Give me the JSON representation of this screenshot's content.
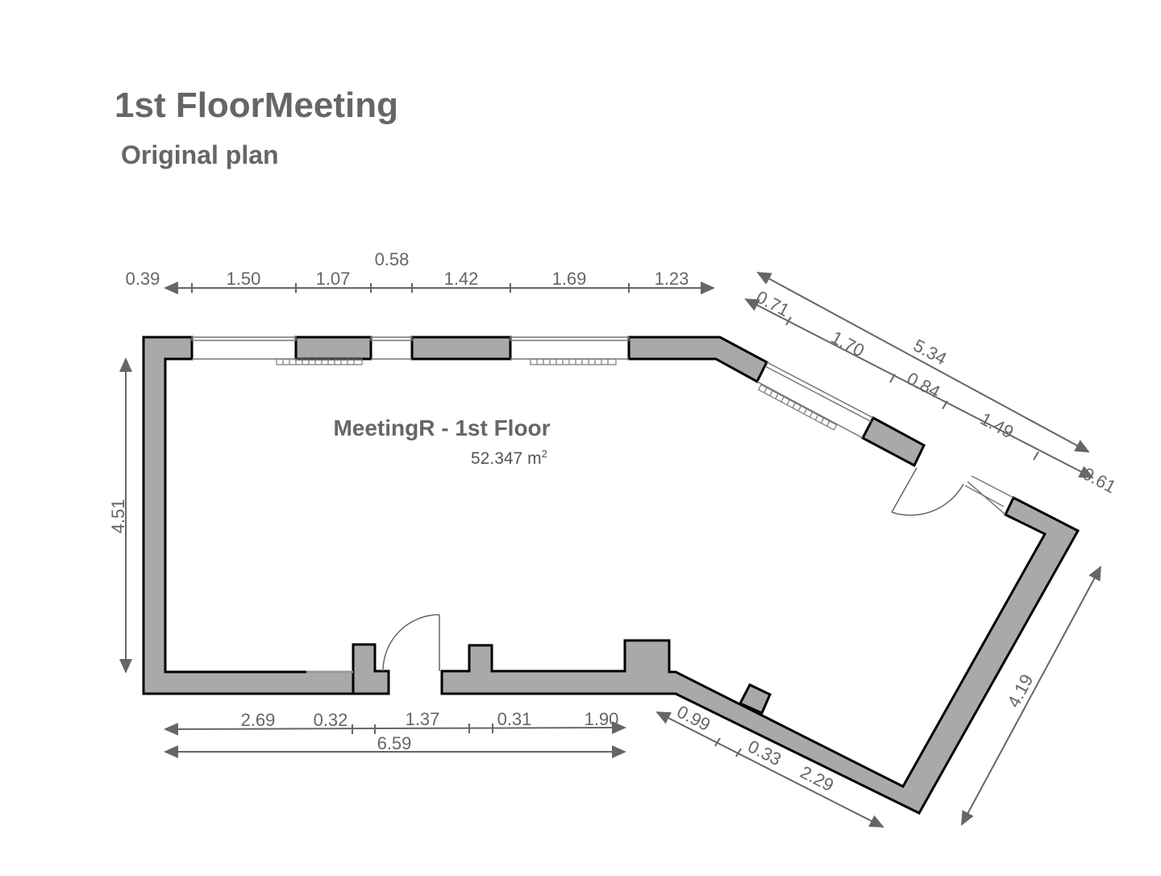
{
  "title": "1st FloorMeeting",
  "subtitle": "Original plan",
  "room": {
    "name": "MeetingR - 1st Floor",
    "area": "52.347 m",
    "area_unit_sup": "2"
  },
  "dimensions": {
    "top": [
      "0.39",
      "1.50",
      "1.07",
      "0.58",
      "1.42",
      "1.69",
      "1.23"
    ],
    "left": "4.51",
    "bottom": [
      "2.69",
      "0.32",
      "1.37",
      "0.31",
      "1.90"
    ],
    "bottom_total": "6.59",
    "diagonal_total": "5.34",
    "diagonal": [
      "0.71",
      "1.70",
      "0.84",
      "1.49",
      "0.61"
    ],
    "right": "4.19",
    "bottom_diagonal": [
      "0.99",
      "0.33",
      "2.29"
    ]
  },
  "colors": {
    "wall": "#a9a9a9",
    "text": "#666666"
  }
}
